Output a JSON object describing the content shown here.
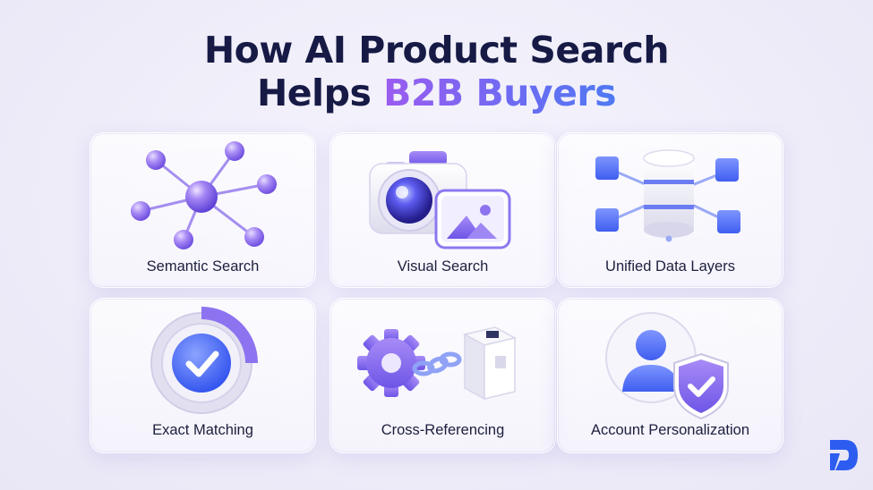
{
  "title": {
    "line1": "How AI Product Search",
    "line2_plain": "Helps",
    "line2_accent": "B2B Buyers"
  },
  "cards": [
    {
      "label": "Semantic Search",
      "icon": "network-nodes-icon"
    },
    {
      "label": "Visual Search",
      "icon": "camera-image-icon"
    },
    {
      "label": "Unified Data Layers",
      "icon": "database-cubes-icon"
    },
    {
      "label": "Exact Matching",
      "icon": "target-check-icon"
    },
    {
      "label": "Cross-Referencing",
      "icon": "gear-chain-cube-icon"
    },
    {
      "label": "Account Personalization",
      "icon": "user-shield-icon"
    }
  ],
  "brand": {
    "logo_icon": "brand-logo-icon"
  },
  "colors": {
    "title": "#161a45",
    "accent_start": "#9b5cf0",
    "accent_end": "#4f79f3",
    "icon_purple": "#8b6cf0",
    "icon_blue": "#4f6df0",
    "logo": "#2d5df0"
  }
}
